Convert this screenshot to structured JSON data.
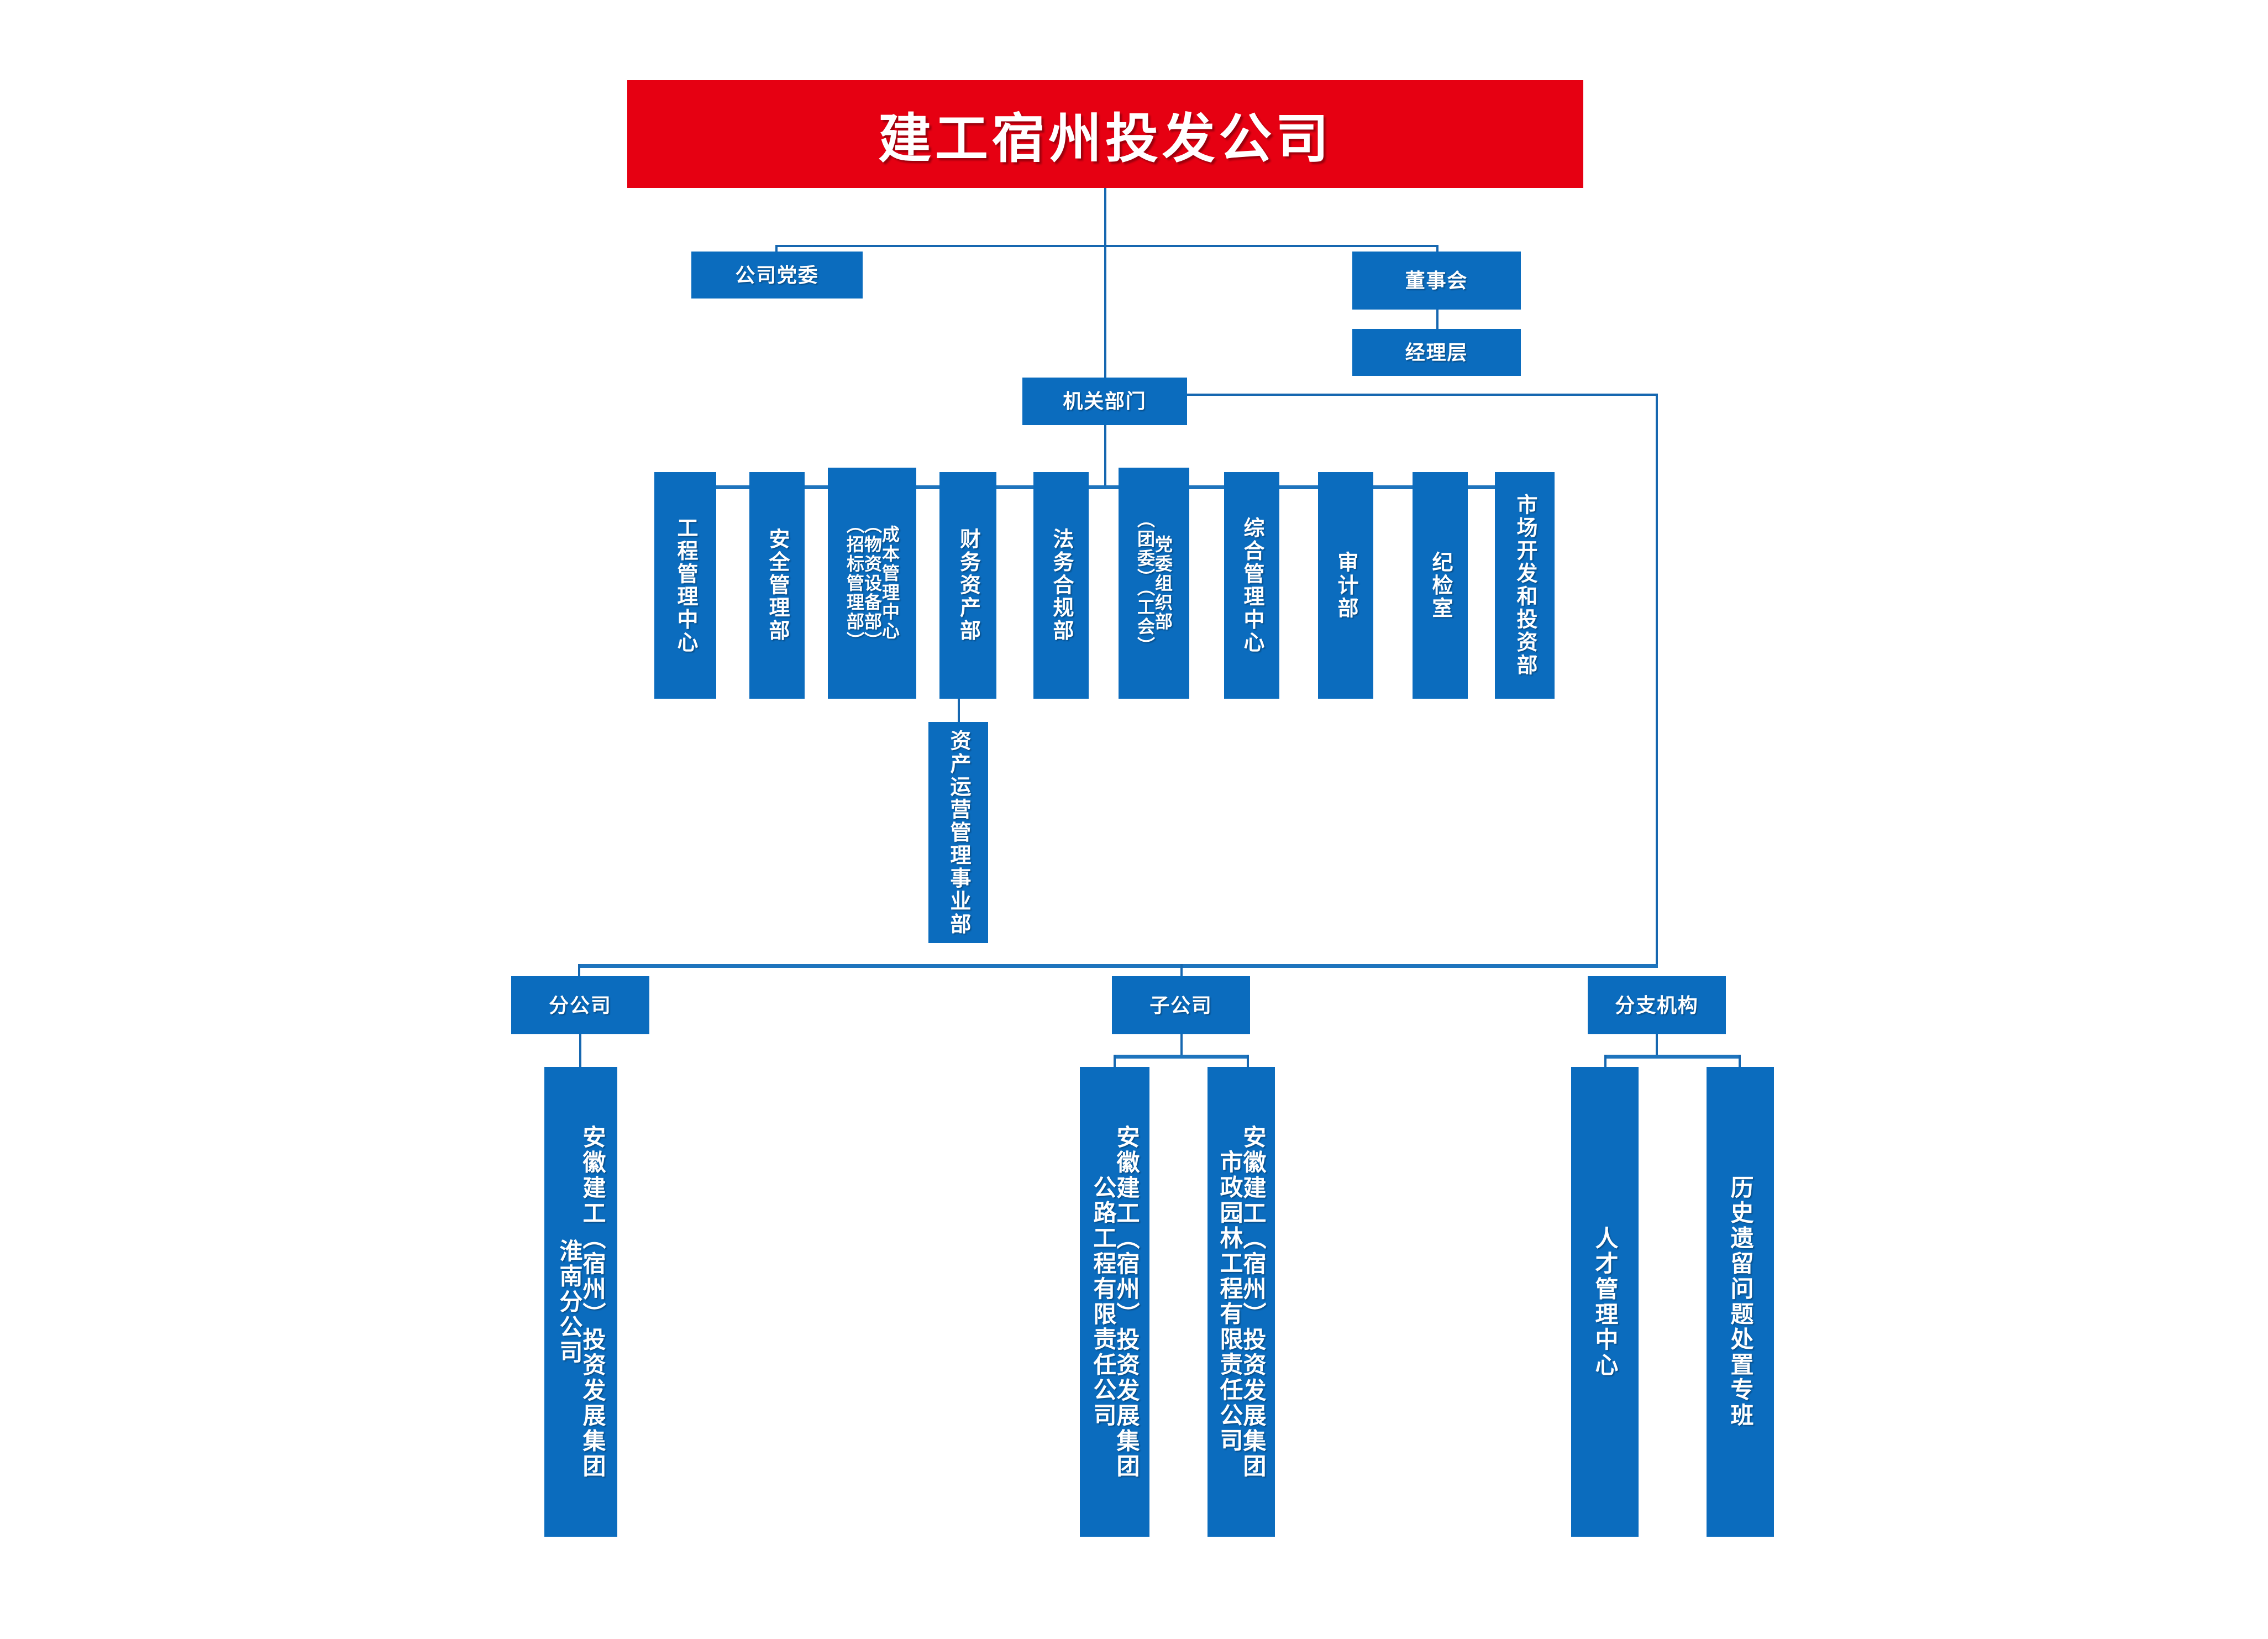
{
  "chart_data": {
    "type": "diagram",
    "title": "建工宿州投发公司",
    "subtype": "organization-chart",
    "orientation": "top-down",
    "levels": 5
  },
  "colors": {
    "banner_red": "#e60012",
    "node_blue": "#0b6cbe",
    "line_blue": "#1667b0",
    "text_white": "#ffffff",
    "background": "#ffffff"
  },
  "root": {
    "label": "建工宿州投发公司"
  },
  "level2": {
    "party": {
      "label": "公司党委"
    },
    "board": {
      "label": "董事会"
    },
    "management": {
      "label": "经理层"
    },
    "departments_head": {
      "label": "机关部门"
    }
  },
  "departments": [
    {
      "columns": [
        "工程管理中心"
      ]
    },
    {
      "columns": [
        "安全管理部"
      ]
    },
    {
      "columns": [
        "成本管理中心",
        "（物资设备部）",
        "（招标管理部）"
      ]
    },
    {
      "columns": [
        "财务资产部"
      ]
    },
    {
      "columns": [
        "法务合规部"
      ]
    },
    {
      "columns": [
        "党委组织部",
        "（团委）（工会）"
      ]
    },
    {
      "columns": [
        "综合管理中心"
      ]
    },
    {
      "columns": [
        "审计部"
      ]
    },
    {
      "columns": [
        "纪检室"
      ]
    },
    {
      "columns": [
        "市场开发和投资部"
      ]
    }
  ],
  "sub_department": {
    "columns": [
      "资产运营管理事业部"
    ]
  },
  "groups": [
    {
      "label": "分公司",
      "children": [
        {
          "columns": [
            "安徽建工（宿州）投资发展集团",
            "淮南分公司"
          ]
        }
      ]
    },
    {
      "label": "子公司",
      "children": [
        {
          "columns": [
            "安徽建工（宿州）投资发展集团",
            "公路工程有限责任公司"
          ]
        },
        {
          "columns": [
            "安徽建工（宿州）投资发展集团",
            "市政园林工程有限责任公司"
          ]
        }
      ]
    },
    {
      "label": "分支机构",
      "children": [
        {
          "columns": [
            "人才管理中心"
          ]
        },
        {
          "columns": [
            "历史遗留问题处置专班"
          ]
        }
      ]
    }
  ]
}
